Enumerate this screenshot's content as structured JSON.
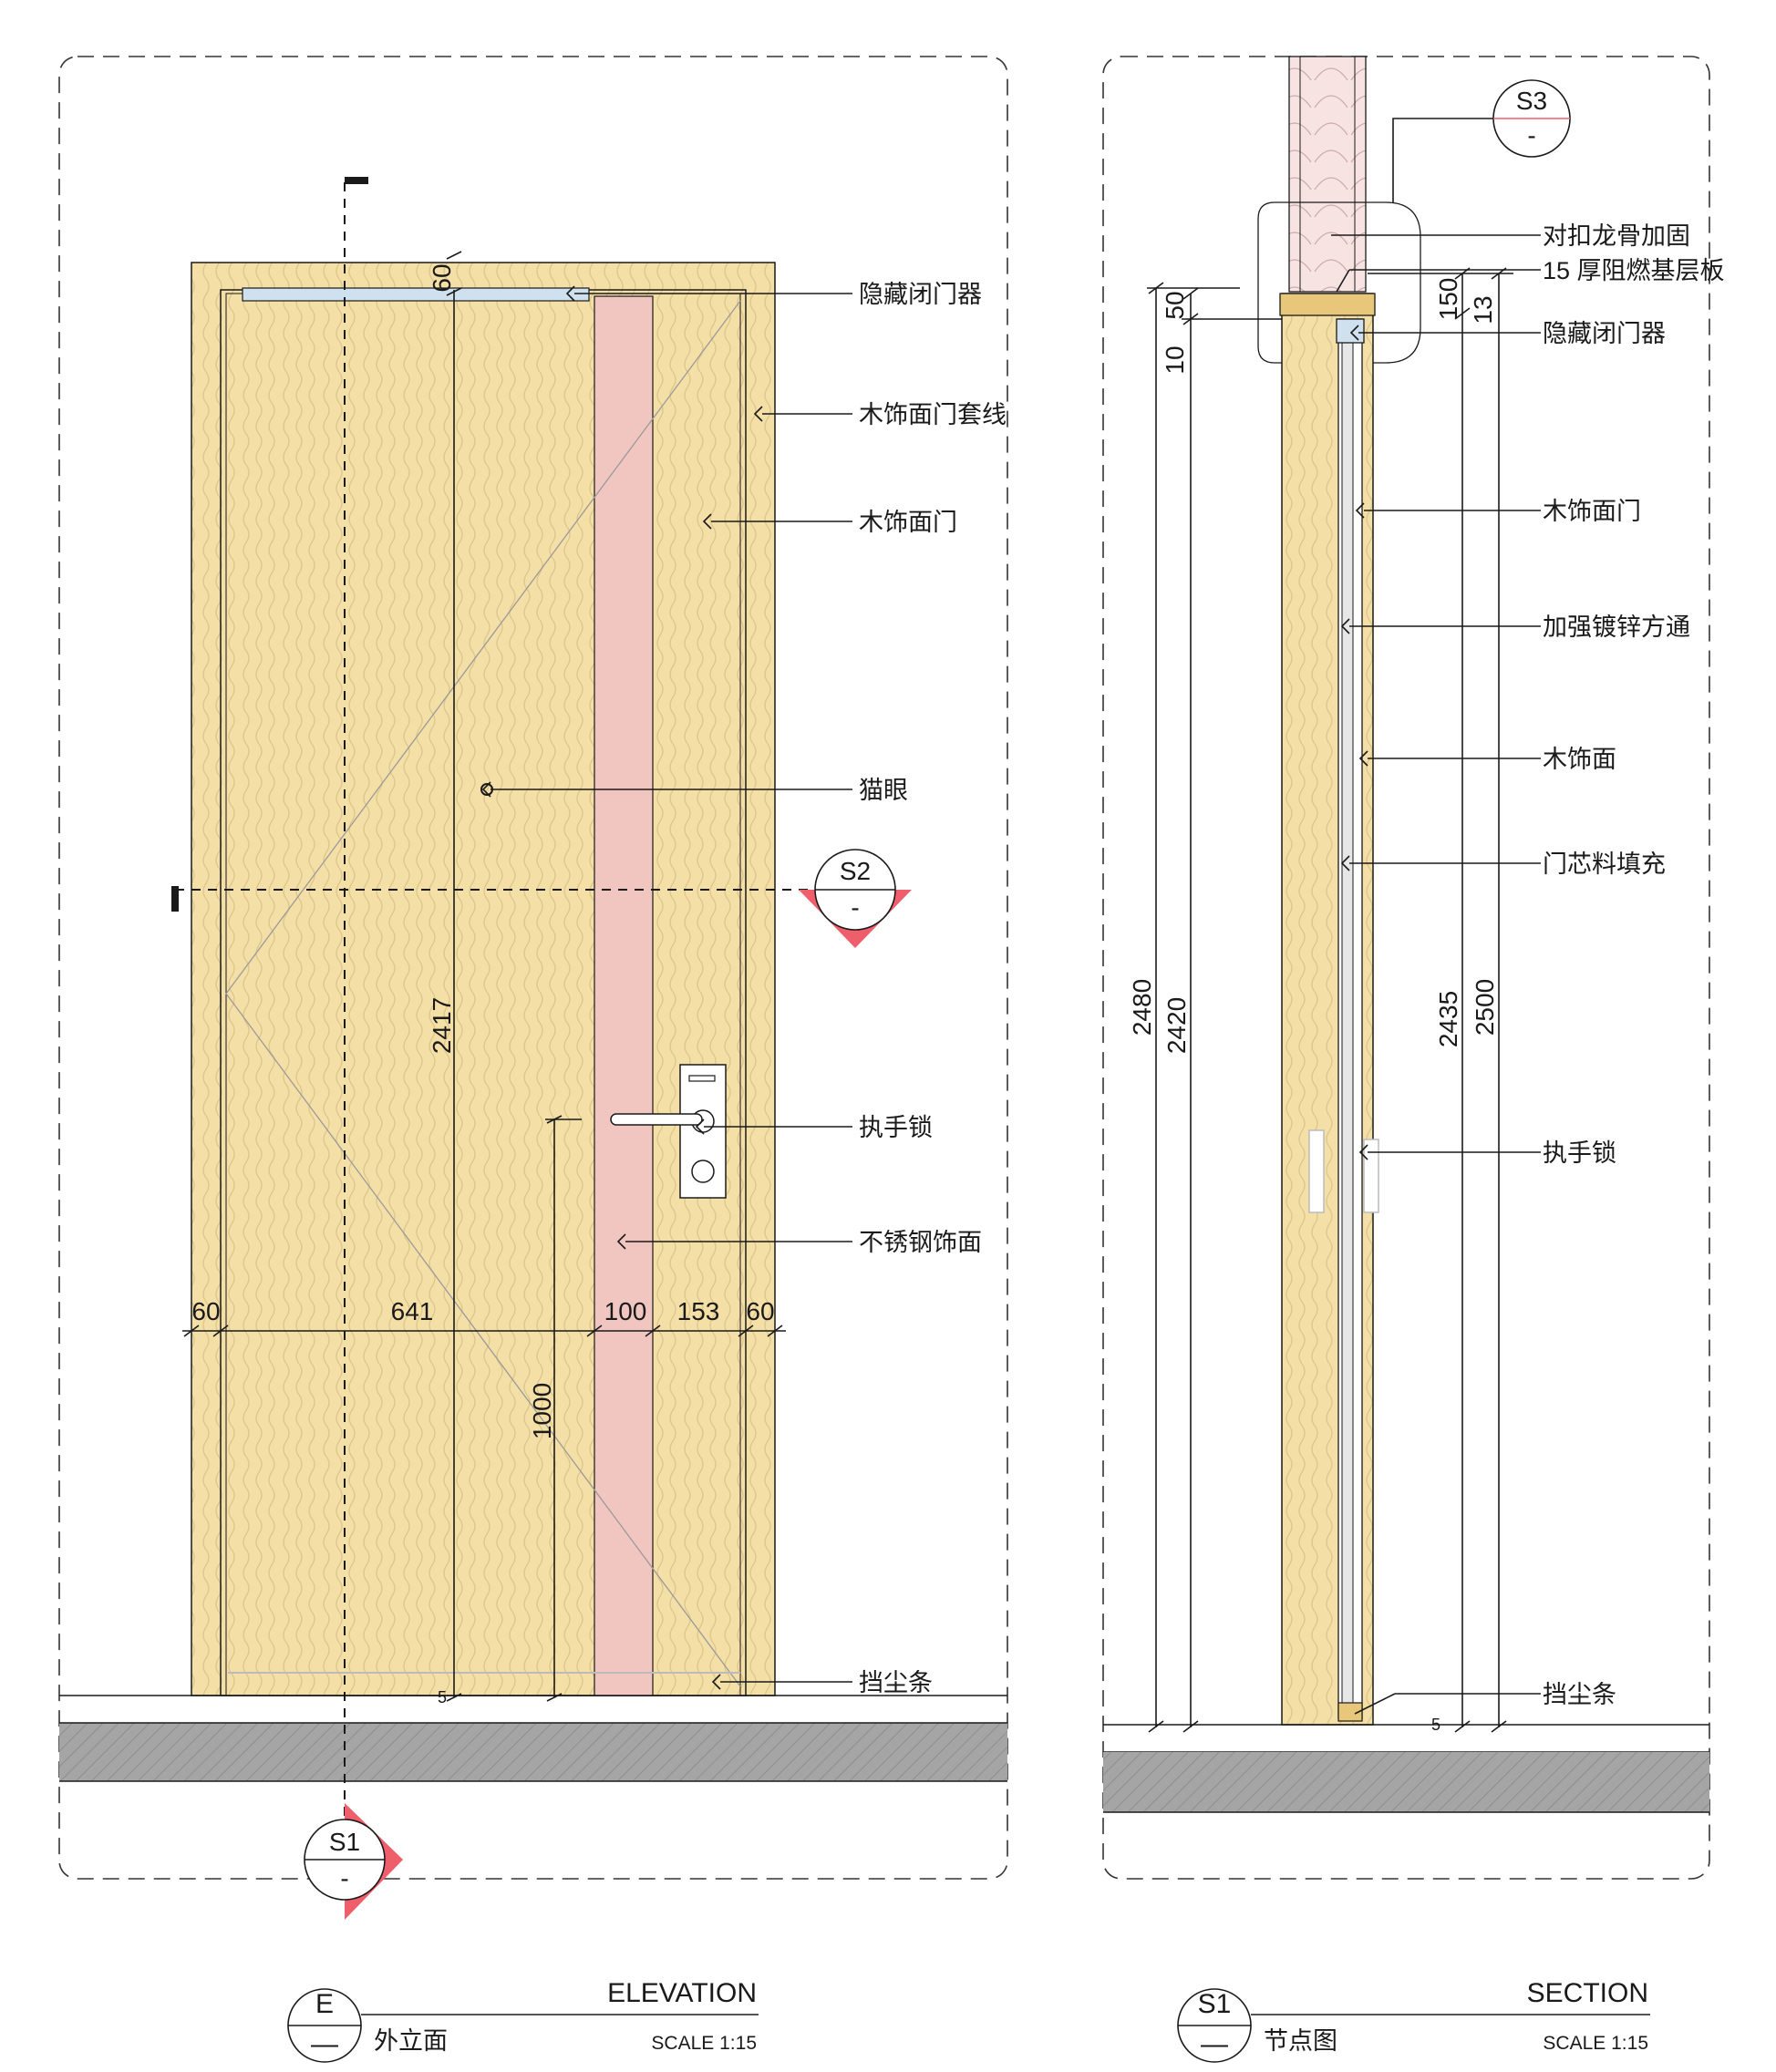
{
  "elevation": {
    "labels": {
      "closer": "隐藏闭门器",
      "casing": "木饰面门套线",
      "door": "木饰面门",
      "peephole": "猫眼",
      "handle": "执手锁",
      "steel": "不锈钢饰面",
      "dust": "挡尘条"
    },
    "dims": {
      "top_gap": "60",
      "height": "2417",
      "handle_height": "1000",
      "bottom_gap": "5",
      "w1": "60",
      "w2": "641",
      "w3": "100",
      "w4": "153",
      "w5": "60"
    },
    "section_marker": {
      "id": "S2",
      "sub": "-"
    },
    "cut_marker": {
      "id": "S1",
      "sub": "-"
    },
    "title": {
      "id": "E",
      "sub": "—",
      "name_cn": "外立面",
      "name_en": "ELEVATION",
      "scale": "SCALE 1:15"
    }
  },
  "section": {
    "labels": {
      "stud": "对扣龙骨加固",
      "board": "15 厚阻燃基层板",
      "closer": "隐藏闭门器",
      "door": "木饰面门",
      "tube": "加强镀锌方通",
      "veneer": "木饰面",
      "core": "门芯料填充",
      "handle": "执手锁",
      "dust": "挡尘条"
    },
    "dims": {
      "d50": "50",
      "d10": "10",
      "d2480": "2480",
      "d2420": "2420",
      "d150": "150",
      "d13": "13",
      "d2435": "2435",
      "d2500": "2500",
      "bottom": "5"
    },
    "detail_marker": {
      "id": "S3",
      "sub": "-"
    },
    "title": {
      "id": "S1",
      "sub": "—",
      "name_cn": "节点图",
      "name_en": "SECTION",
      "scale": "SCALE 1:15"
    }
  },
  "colors": {
    "wood": "#f4dfa6",
    "wood_grain": "#d9c382",
    "steel_strip": "#f2c6c0",
    "floor": "#9a9a9a",
    "marker_red": "#ef5f6b",
    "closer_blue": "#cfe0ee",
    "insulation": "#f7dada"
  }
}
